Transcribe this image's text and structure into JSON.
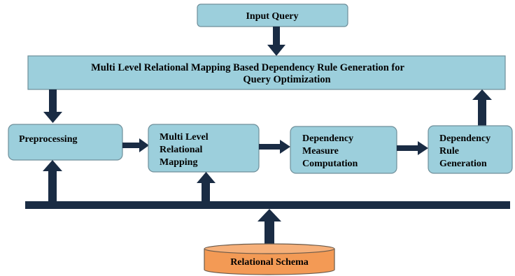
{
  "diagram": {
    "input_query": {
      "label": "Input Query"
    },
    "main_process": {
      "line1": "Multi Level Relational Mapping Based Dependency Rule Generation for",
      "line2": "Query Optimization"
    },
    "preprocessing": {
      "label": "Preprocessing"
    },
    "mapping": {
      "line1": "Multi Level",
      "line2": "Relational",
      "line3": "Mapping"
    },
    "dependency_measure": {
      "line1": "Dependency",
      "line2": "Measure",
      "line3": "Computation"
    },
    "dependency_rule": {
      "line1": "Dependency",
      "line2": "Rule",
      "line3": "Generation"
    },
    "relational_schema": {
      "label": "Relational Schema"
    }
  },
  "colors": {
    "box_fill": "#9ccfdc",
    "box_stroke": "#6f8f9a",
    "arrow": "#1a2c44",
    "cylinder_fill": "#f39a55",
    "cylinder_top": "#f6b07a"
  }
}
